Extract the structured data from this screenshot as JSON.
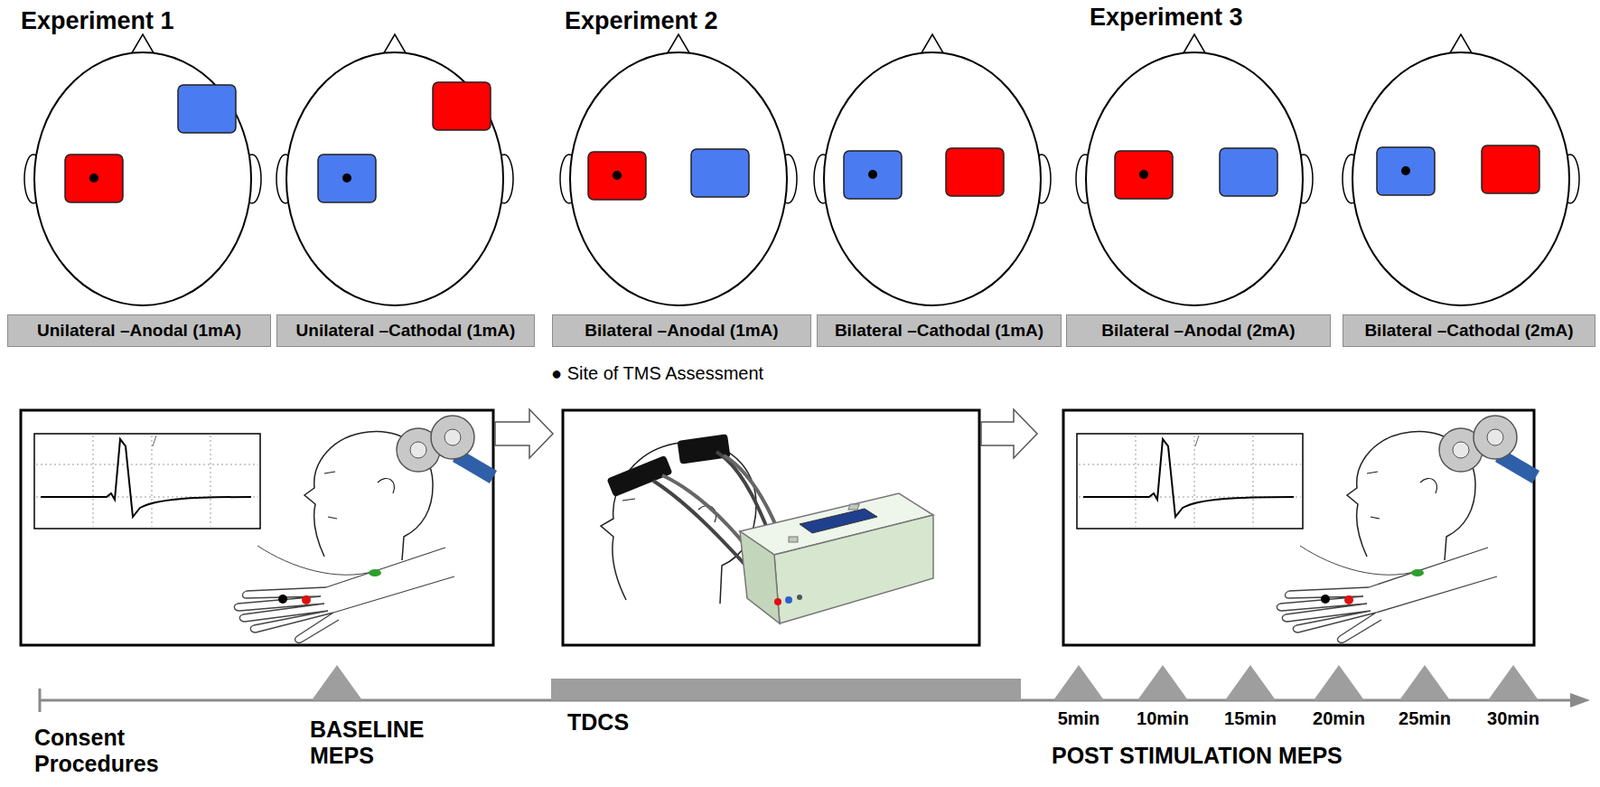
{
  "diagram": {
    "nodes": [
      {
        "text": [
          "Unilateral –Anodal (1mA)"
        ]
      },
      {
        "text": [
          "Unilateral –Cathodal (1mA)"
        ]
      },
      {
        "text": [
          "Bilateral –Anodal (1mA)"
        ]
      },
      {
        "text": [
          "Bilateral –Cathodal (1mA)"
        ]
      },
      {
        "text": [
          "Bilateral –Anodal (2mA)"
        ]
      },
      {
        "text": [
          "Bilateral –Cathodal (2mA)"
        ]
      }
    ],
    "labels": [
      "Experiment 1",
      "Experiment 2",
      "Experiment 3",
      "● Site of TMS Assessment",
      "Consent Procedures",
      "BASELINE MEPS",
      "TDCS",
      "5min",
      "10min",
      "15min",
      "20min",
      "25min",
      "30min",
      "POST STIMULATION MEPS"
    ]
  }
}
